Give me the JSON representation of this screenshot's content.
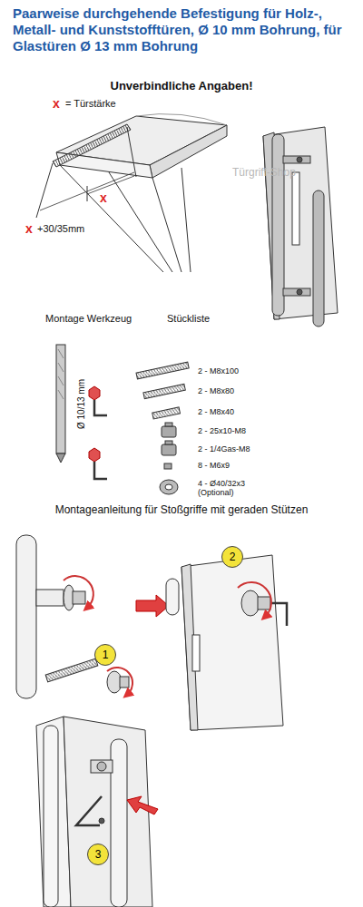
{
  "diagram": {
    "title": "Paarweise durchgehende Befestigung für Holz-, Metall- und Kunststofftüren, Ø 10 mm Bohrung, für Glastüren Ø 13 mm Bohrung",
    "nodes": [
      {
        "text": [
          "2"
        ]
      },
      {
        "text": [
          "1"
        ]
      },
      {
        "text": [
          "3"
        ]
      }
    ],
    "labels": [
      "Unverbindliche Angaben!",
      "x",
      "= Türstärke",
      "x",
      "x",
      "+30/35mm",
      "Türgriff-Shop",
      "Montage Werkzeug",
      "Stückliste",
      "Ø 10/13 mm",
      "2 - M8x100",
      "2 - M8x80",
      "2 - M8x40",
      "2 - 25x10-M8",
      "2 - 1/4Gas-M8",
      "8 - M6x9",
      "4 - Ø40/32x3 (Optional)",
      "Montageanleitung für Stoßgriffe mit geraden Stützen"
    ]
  }
}
